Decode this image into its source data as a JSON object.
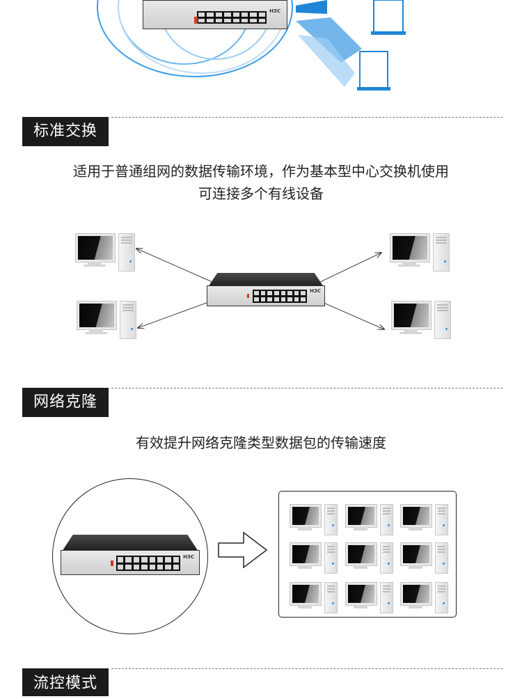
{
  "sections": [
    {
      "label": "标准交换"
    },
    {
      "label": "网络克隆"
    },
    {
      "label": "流控模式"
    }
  ],
  "standard_switch": {
    "caption_line1": "适用于普通组网的数据传输环境，作为基本型中心交换机使用",
    "caption_line2": "可连接多个有线设备"
  },
  "network_clone": {
    "caption": "有效提升网络克隆类型数据包的传输速度"
  },
  "brand_text": "H3C",
  "colors": {
    "label_bg": "#1b1b1b",
    "wifi_blue": "#2d8fe0",
    "laptop_blue": "#1f86d6"
  }
}
